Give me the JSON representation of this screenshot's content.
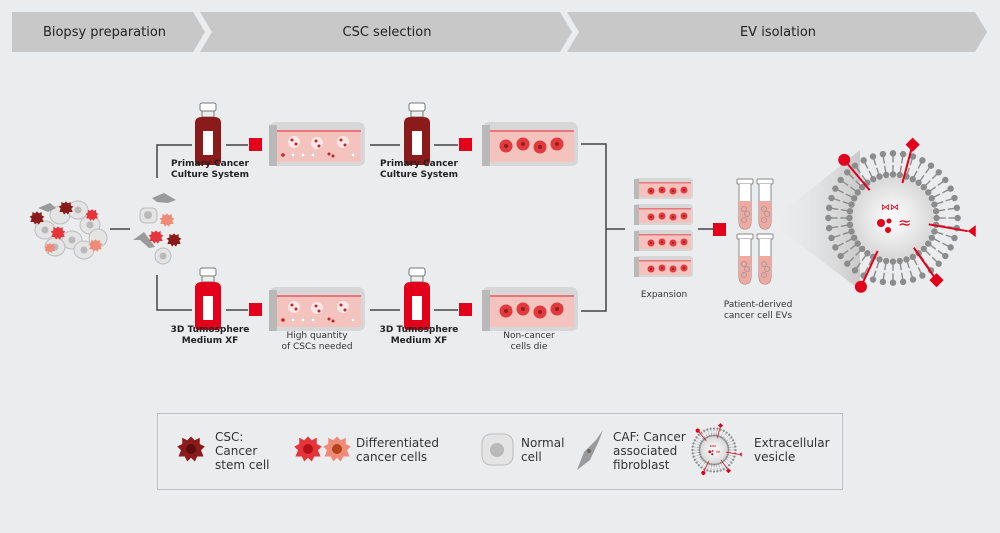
{
  "header": {
    "steps": [
      {
        "label": "Biopsy preparation"
      },
      {
        "label": "CSC selection"
      },
      {
        "label": "EV isolation"
      }
    ]
  },
  "colors": {
    "accent_red": "#e3001b",
    "dark_red": "#8b1a1a",
    "bright_red": "#e5343a",
    "salmon": "#ef8a78",
    "dish_pink": "#f4c3bd",
    "gray_line": "#444444",
    "chevron_gray": "#c8c8c8",
    "background": "#ebecee"
  },
  "workflow": {
    "top_row": {
      "medium_1": "Primary Cancer\nCulture System",
      "medium_2": "Primary Cancer\nCulture System"
    },
    "bottom_row": {
      "medium_1": "3D Tumosphere\nMedium XF",
      "dish_1_note": "High quantity\nof CSCs needed",
      "medium_2": "3D Tumosphere\nMedium XF",
      "dish_2_note": "Non-cancer\ncells die"
    },
    "expansion_label": "Expansion",
    "tubes_label": "Patient-derived\ncancer cell EVs"
  },
  "legend": {
    "items": [
      {
        "icon": "cancer-stem-cell-icon",
        "label": "CSC:\nCancer\nstem cell"
      },
      {
        "icon": "differentiated-cancer-cells-icon",
        "label": "Differentiated\ncancer cells"
      },
      {
        "icon": "normal-cell-icon",
        "label": "Normal\ncell"
      },
      {
        "icon": "fibroblast-icon",
        "label": "CAF: Cancer\nassociated\nfibroblast"
      },
      {
        "icon": "extracellular-vesicle-icon",
        "label": "Extracellular\nvesicle"
      }
    ]
  }
}
